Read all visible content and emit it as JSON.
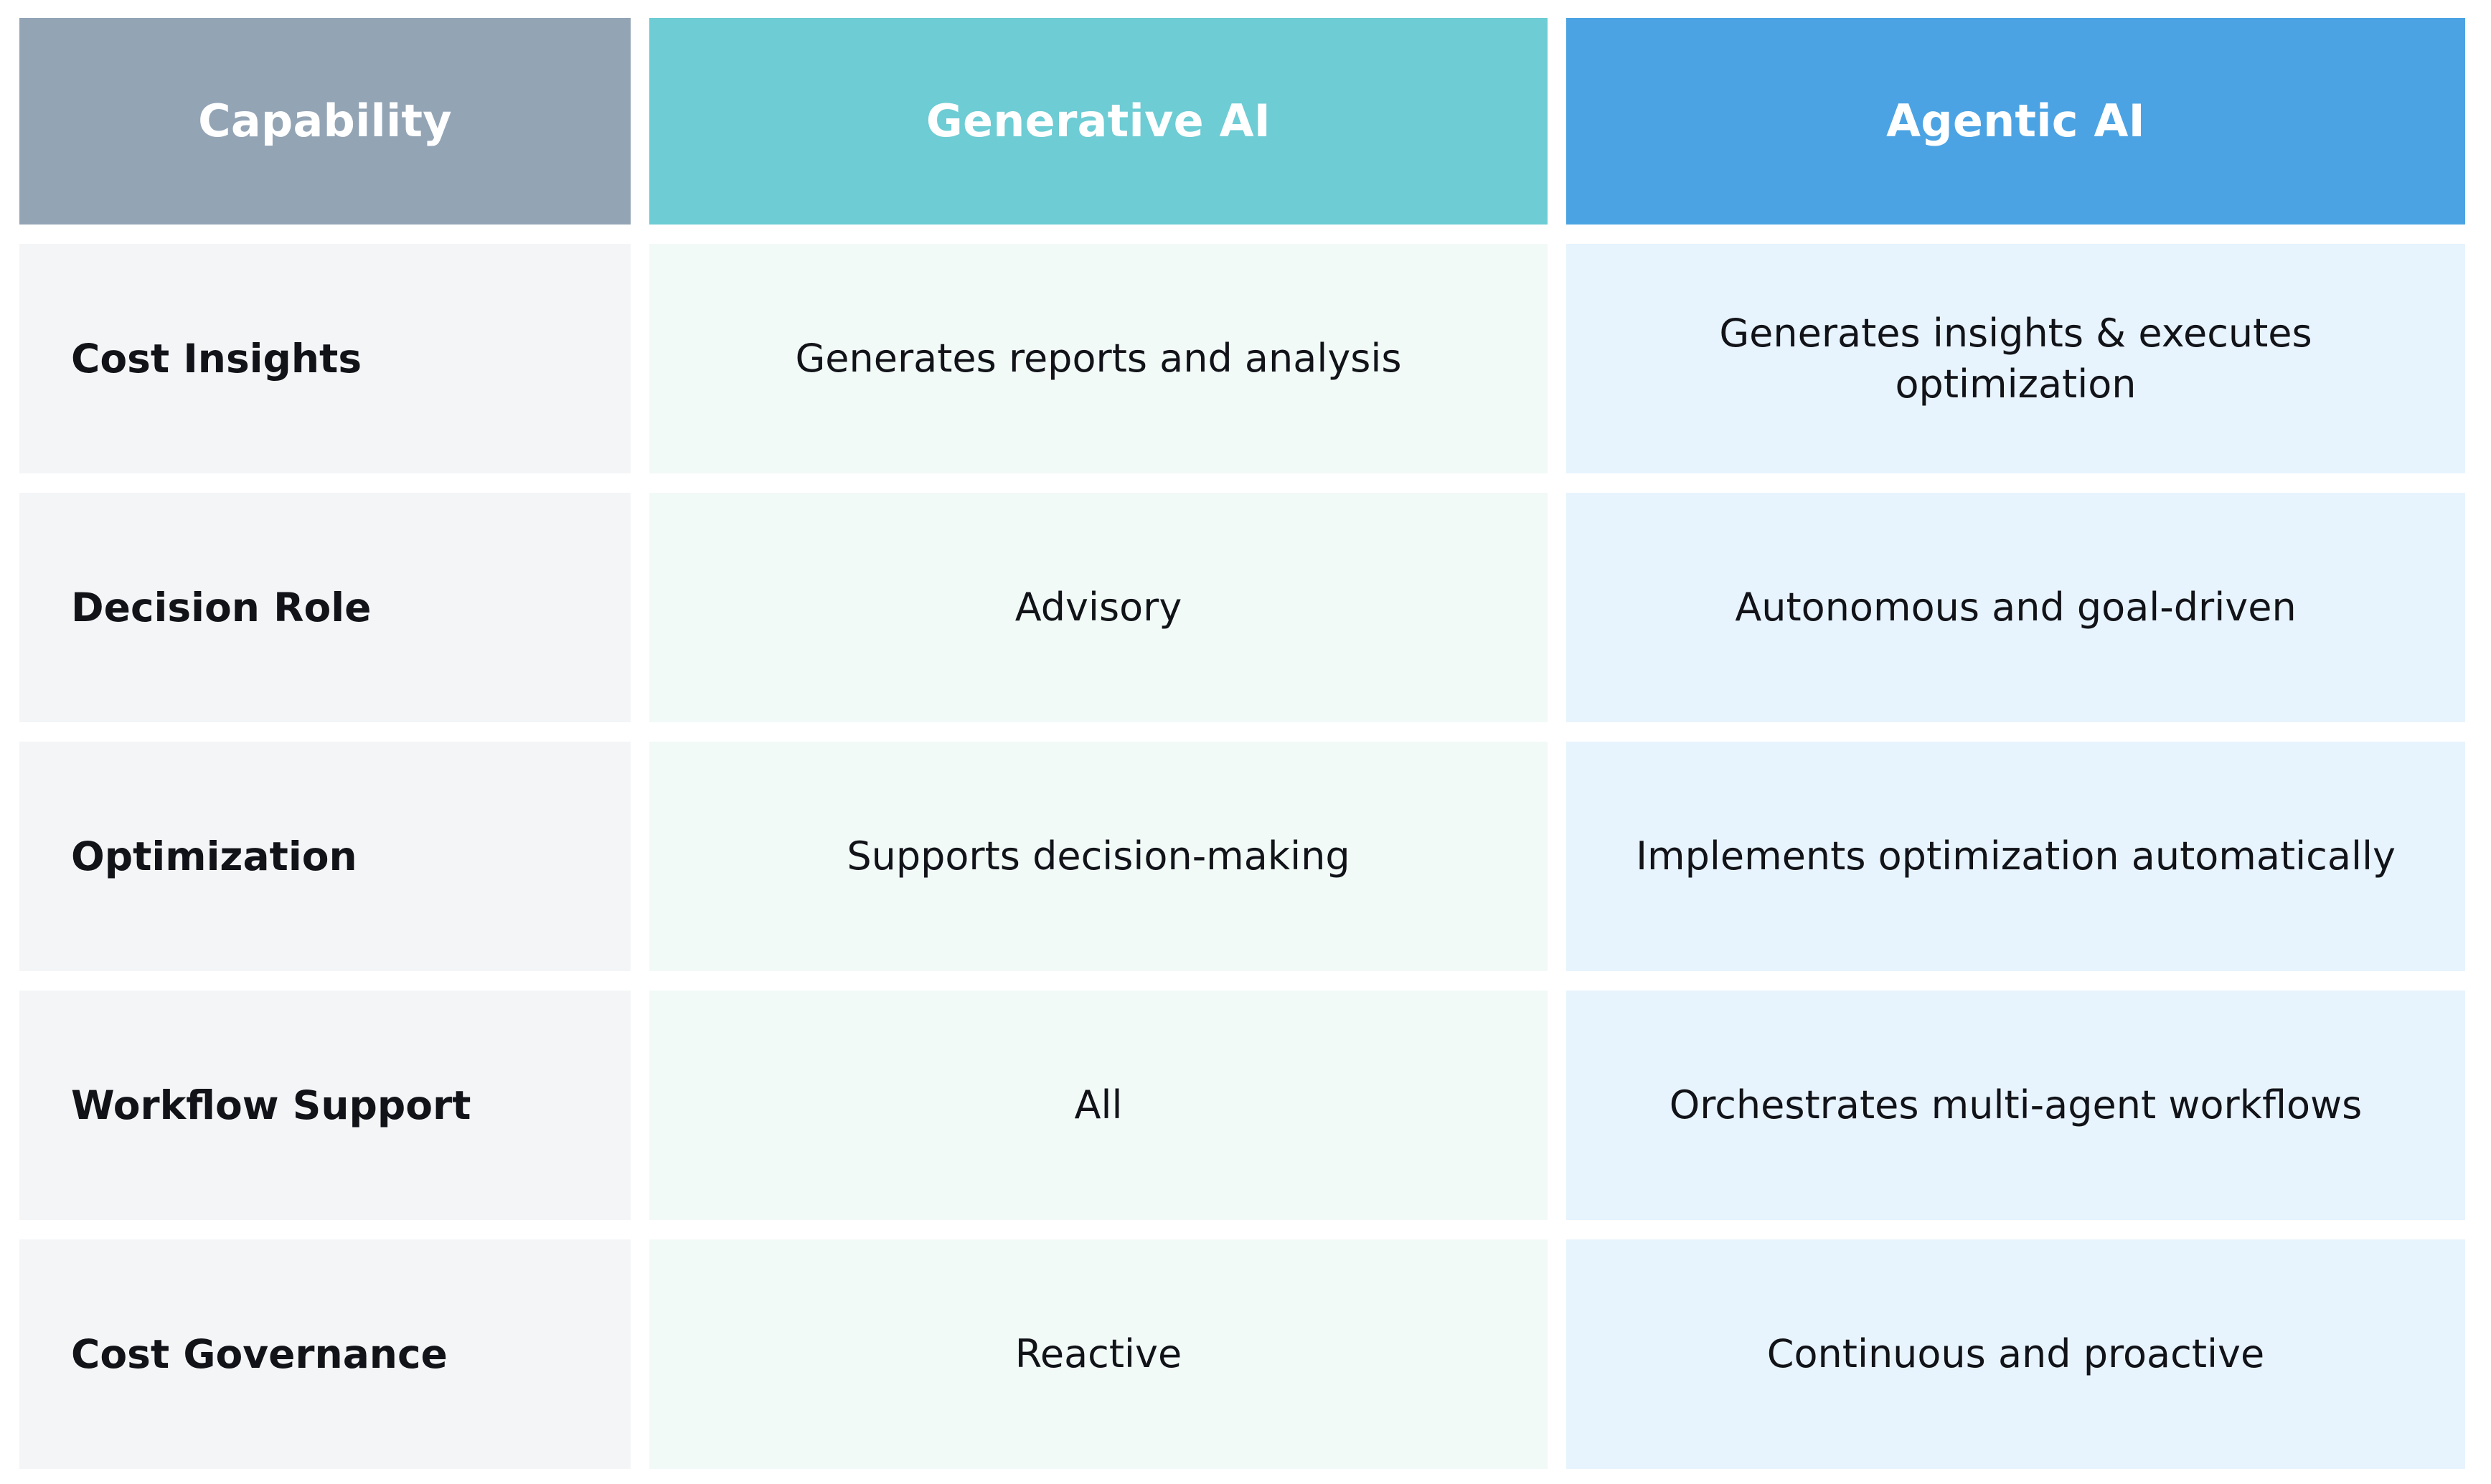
{
  "table": {
    "columns": [
      {
        "key": "capability",
        "label": "Capability",
        "header_bg": "#93a4b5"
      },
      {
        "key": "generative",
        "label": "Generative AI",
        "header_bg": "#6dccd4"
      },
      {
        "key": "agentic",
        "label": "Agentic AI",
        "header_bg": "#4ba3e3"
      }
    ],
    "rows": [
      {
        "capability": "Cost Insights",
        "generative": "Generates reports and analysis",
        "agentic": "Generates insights & executes optimization"
      },
      {
        "capability": "Decision Role",
        "generative": "Advisory",
        "agentic": "Autonomous and goal-driven"
      },
      {
        "capability": "Optimization",
        "generative": "Supports decision-making",
        "agentic": "Implements optimization automatically"
      },
      {
        "capability": "Workflow Support",
        "generative": "All",
        "agentic": "Orchestrates multi-agent workflows"
      },
      {
        "capability": "Cost Governance",
        "generative": "Reactive",
        "agentic": "Continuous and proactive"
      }
    ],
    "colors": {
      "header_capability": "#93a4b5",
      "header_generative": "#6dccd4",
      "header_agentic": "#4ba3e3",
      "cell_capability": "#f4f5f7",
      "cell_generative": "#f2faf8",
      "cell_agentic": "#e8f4fd",
      "header_text": "#ffffff",
      "body_text": "#111318",
      "page_background": "#ffffff"
    }
  }
}
